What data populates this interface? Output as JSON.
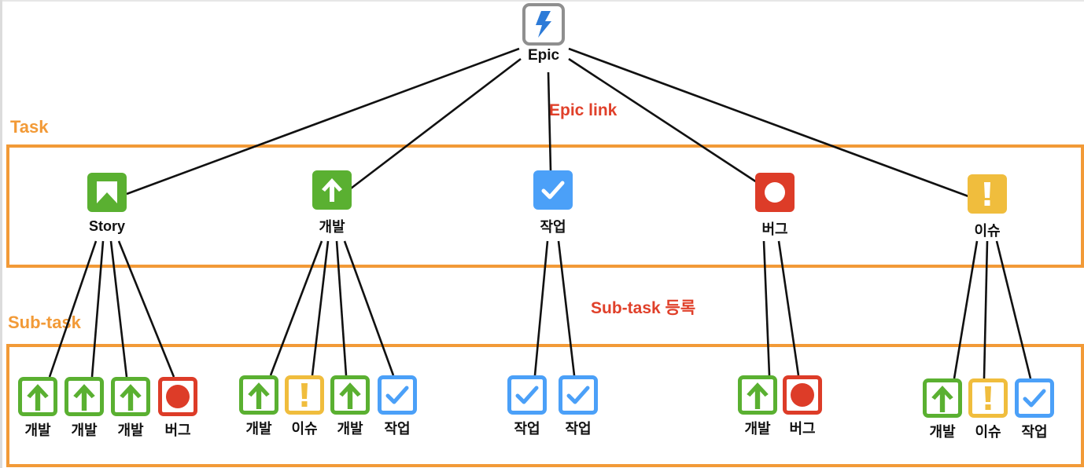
{
  "colors": {
    "orange": "#f29a37",
    "red_note": "#e0402a",
    "story_green": "#5ab031",
    "dev_green": "#5ab031",
    "task_blue": "#4ba0f8",
    "bug_red": "#dd3c28",
    "issue_yellow": "#f0bd3d",
    "epic_gray": "#8f8f8f",
    "epic_bolt": "#2d7bd8"
  },
  "epic": {
    "label": "Epic",
    "icon": "lightning-bolt-icon"
  },
  "notes": {
    "epic_link": "Epic link",
    "subtask_register": "Sub-task 등록"
  },
  "groups": {
    "task": "Task",
    "subtask": "Sub-task"
  },
  "tasks": [
    {
      "label": "Story",
      "type": "story",
      "icon": "bookmark-icon",
      "subtasks": [
        {
          "label": "개발",
          "type": "dev"
        },
        {
          "label": "개발",
          "type": "dev"
        },
        {
          "label": "개발",
          "type": "dev"
        },
        {
          "label": "버그",
          "type": "bug"
        }
      ]
    },
    {
      "label": "개발",
      "type": "dev",
      "icon": "arrow-up-icon",
      "subtasks": [
        {
          "label": "개발",
          "type": "dev"
        },
        {
          "label": "이슈",
          "type": "issue"
        },
        {
          "label": "개발",
          "type": "dev"
        },
        {
          "label": "작업",
          "type": "task"
        }
      ]
    },
    {
      "label": "작업",
      "type": "task",
      "icon": "checkmark-icon",
      "subtasks": [
        {
          "label": "작업",
          "type": "task"
        },
        {
          "label": "작업",
          "type": "task"
        }
      ]
    },
    {
      "label": "버그",
      "type": "bug",
      "icon": "circle-icon",
      "subtasks": [
        {
          "label": "개발",
          "type": "dev"
        },
        {
          "label": "버그",
          "type": "bug"
        }
      ]
    },
    {
      "label": "이슈",
      "type": "issue",
      "icon": "exclamation-icon",
      "subtasks": [
        {
          "label": "개발",
          "type": "dev"
        },
        {
          "label": "이슈",
          "type": "issue"
        },
        {
          "label": "작업",
          "type": "task"
        }
      ]
    }
  ]
}
